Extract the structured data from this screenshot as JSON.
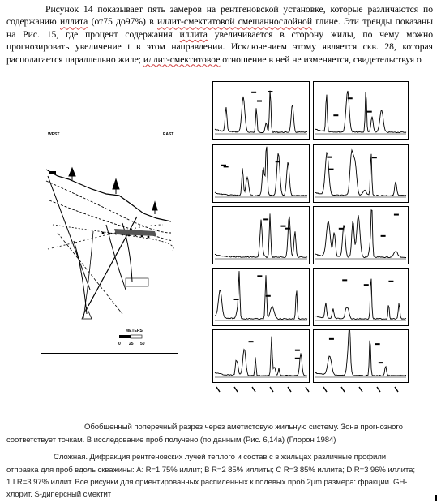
{
  "paragraph": {
    "line1": "Рисунок 14 показывает пять замеров на рентгеновской установке, которые различаются по",
    "line2_a": "содержанию ",
    "line2_b": "иллита",
    "line2_c": " (от75 до97%) в ",
    "line2_d": "иллит-смектитовой смешаннослойной",
    "line2_e": " глине. Эти тренды показаны",
    "line3_a": "на Рис. 15, где процент содержания ",
    "line3_b": "иллита",
    "line3_c": " увеличивается в сторону жилы, по чему можно",
    "line4": "прогнозировать увеличение t в этом направлении. Исключением этому является скв. 28, которая",
    "line5_a": "располагается параллельно жиле; ",
    "line5_b": "иллит-смектитовое",
    "line5_c": " отношение в ней не изменяется, свидетельствуя о"
  },
  "figure_left": {
    "label_west": "WEST",
    "label_east": "EAST",
    "scale_label": "METERS",
    "scale_ticks": [
      "0",
      "25",
      "50"
    ]
  },
  "captions": {
    "fig14_line1": "Обобщенный поперечный разрез через аметистовую жильную систему. Зона прогнозного",
    "fig14_line2": "соответствует точкам. В исследование проб получено (по данным (Рис. 6,14а) (Глорон 1984)",
    "fig15_line1": "Сложная. Дифракция рентгеновских лучей теплого и состав с в жильцах различные профили",
    "fig15_line2": "отправка для проб вдоль скважины: A: R=1 75% иллит; B R=2 85% иллиты; C R=3 85% иллита; D R=3 96% иллита;",
    "fig15_line3": "1 I R=3 97% иллит. Все рисунки для ориентированных распиленных к полевых проб 2μm размера: фракции. GH-",
    "fig15_line4": "хлорит. S-диперсный смектит"
  }
}
